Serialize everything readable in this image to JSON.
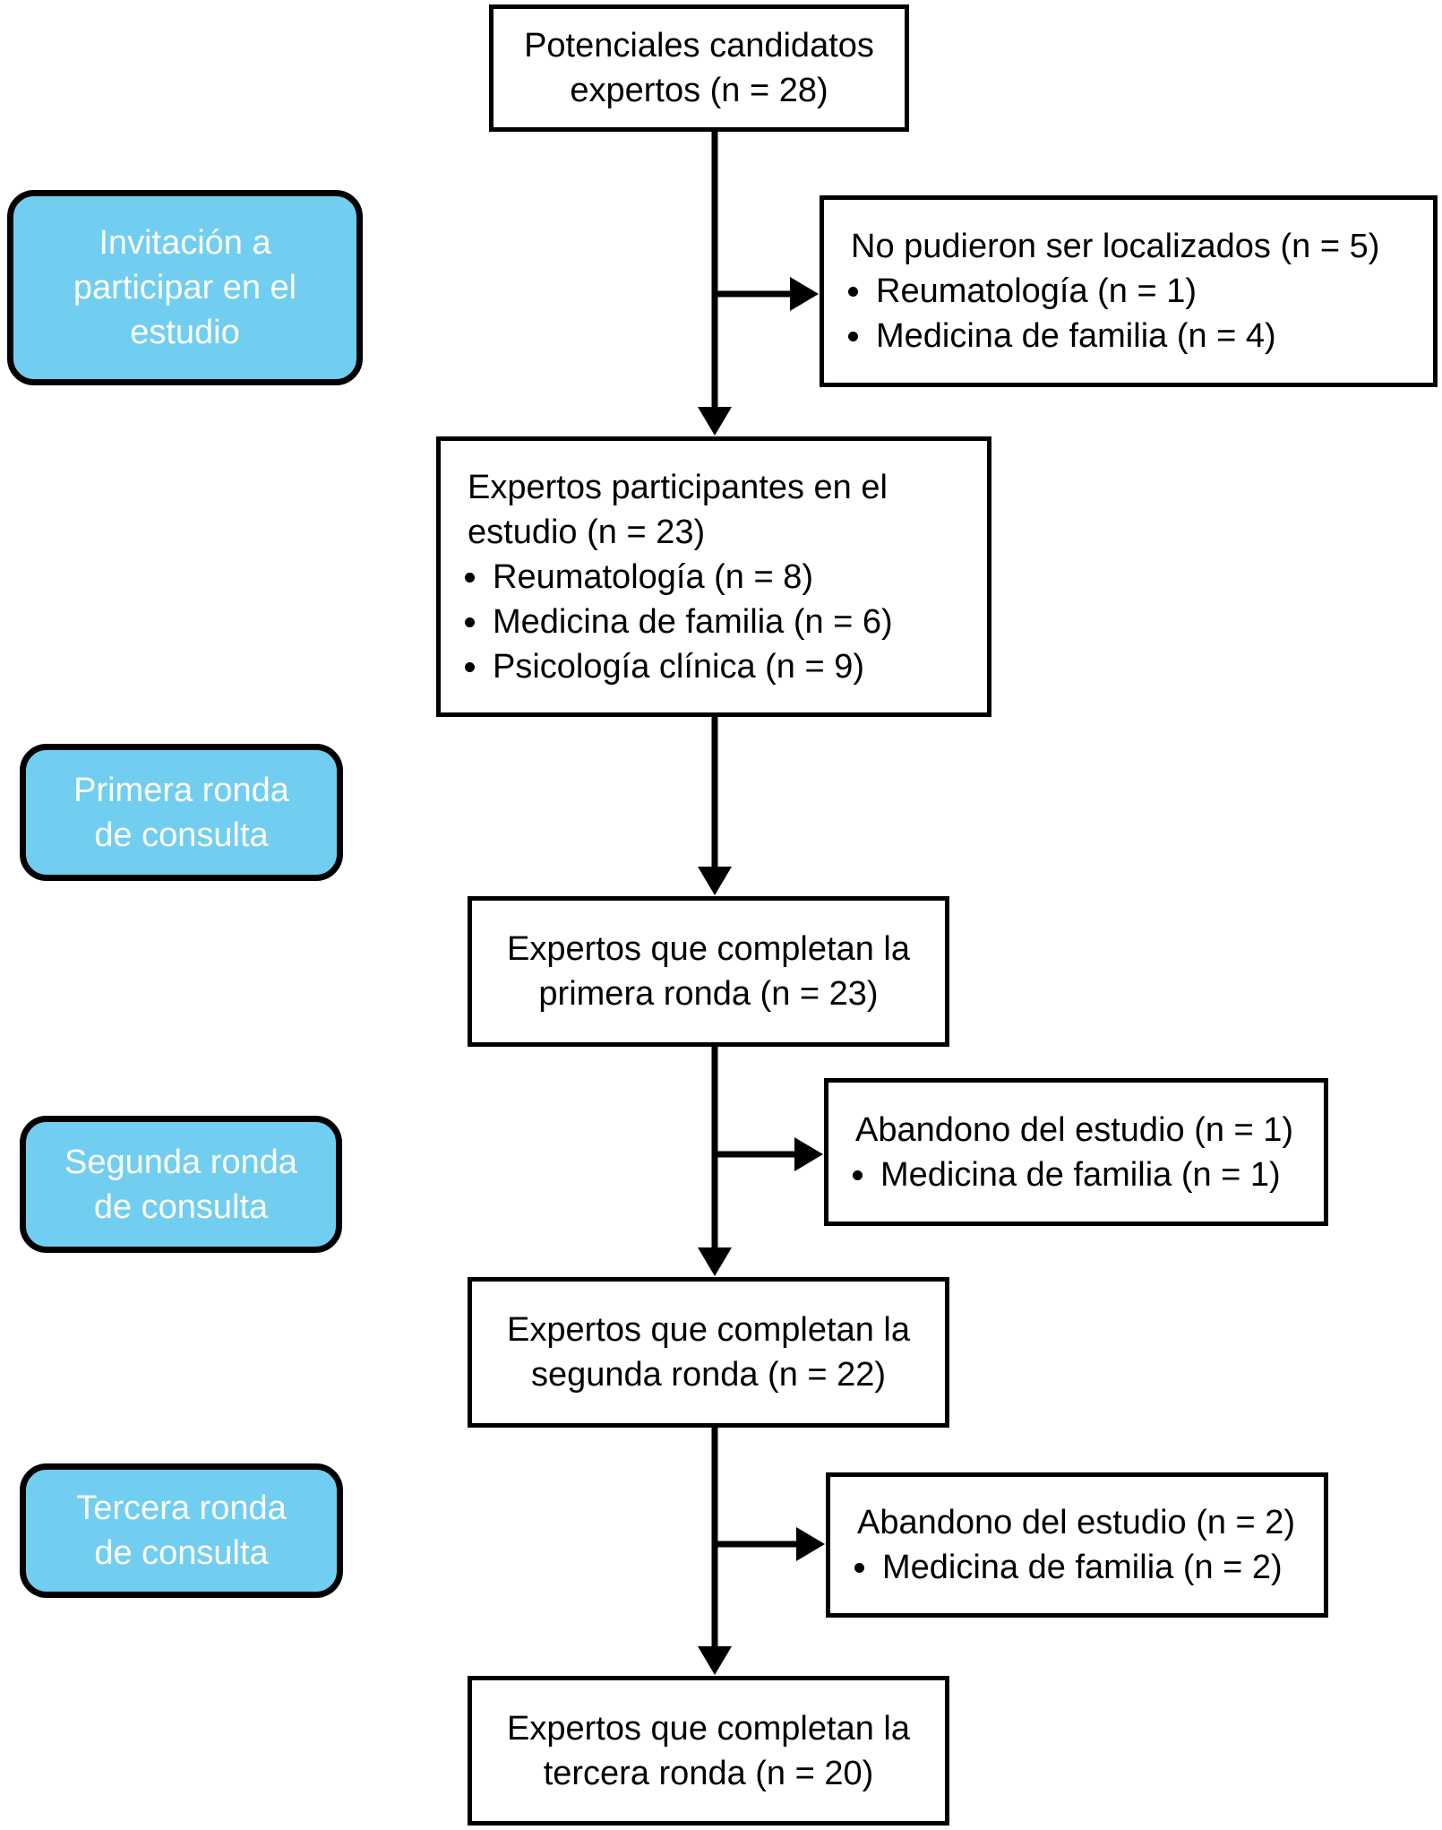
{
  "figure": {
    "background_color": "#ffffff",
    "stage_fill_color": "#72cef0",
    "stage_text_color": "#fcfdf7",
    "box_border_color": "#000000",
    "arrow_color": "#000000"
  },
  "stages": [
    {
      "lines": [
        "Invitación a",
        "participar en el",
        "estudio"
      ]
    },
    {
      "lines": [
        "Primera ronda",
        "de consulta"
      ]
    },
    {
      "lines": [
        "Segunda ronda",
        "de consulta"
      ]
    },
    {
      "lines": [
        "Tercera ronda",
        "de consulta"
      ]
    }
  ],
  "boxes": {
    "candidates": {
      "lines": [
        "Potenciales candidatos",
        "expertos (n = 28)"
      ]
    },
    "not_located": {
      "title": "No pudieron ser localizados (n = 5)",
      "bullets": [
        "Reumatología (n = 1)",
        "Medicina de familia (n = 4)"
      ]
    },
    "participants": {
      "title_lines": [
        "Expertos participantes en el",
        "estudio (n = 23)"
      ],
      "bullets": [
        "Reumatología (n = 8)",
        "Medicina de familia (n = 6)",
        "Psicología clínica (n = 9)"
      ]
    },
    "round1": {
      "lines": [
        "Expertos que completan la",
        "primera ronda (n = 23)"
      ]
    },
    "dropout1": {
      "title": "Abandono del estudio (n = 1)",
      "bullets": [
        "Medicina de familia (n = 1)"
      ]
    },
    "round2": {
      "lines": [
        "Expertos que completan la",
        "segunda ronda (n = 22)"
      ]
    },
    "dropout2": {
      "title": "Abandono del estudio (n = 2)",
      "bullets": [
        "Medicina de familia (n = 2)"
      ]
    },
    "round3": {
      "lines": [
        "Expertos que completan la",
        "tercera ronda (n = 20)"
      ]
    }
  }
}
